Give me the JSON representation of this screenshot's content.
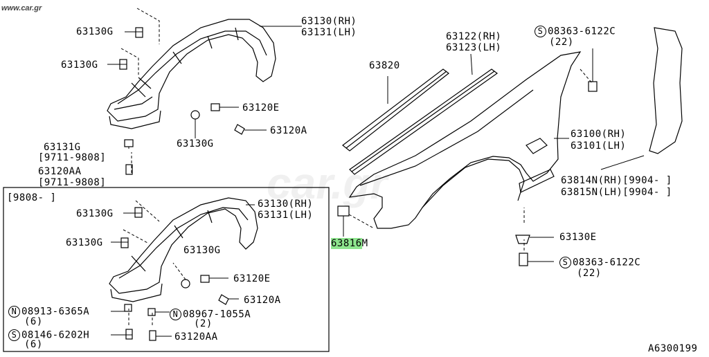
{
  "watermark": "www.car.gr",
  "watermark_center": "car.gr",
  "inset_date": "[9808-      ]",
  "diagram_code": "A6300199",
  "labels": {
    "p63130rh": "63130(RH)",
    "p63131lh": "63131(LH)",
    "p63130g_a": "63130G",
    "p63130g_b": "63130G",
    "p63130g_c": "63130G",
    "p63120e": "63120E",
    "p63120a": "63120A",
    "p63131g": "63131G",
    "d9711_1": "[9711-9808]",
    "p63120aa": "63120AA",
    "d9711_2": "[9711-9808]",
    "p63820": "63820",
    "p63122rh": "63122(RH)",
    "p63123lh": "63123(LH)",
    "s08363_top": "08363-6122C",
    "q22_top": "(22)",
    "p63100rh": "63100(RH)",
    "p63101lh": "63101(LH)",
    "p63814n": "63814N(RH)[9904-   ]",
    "p63815n": "63815N(LH)[9904-   ]",
    "p63816m": "63816",
    "p63816m_suffix": "M",
    "p63130e": "63130E",
    "s08363_bot": "08363-6122C",
    "q22_bot": "(22)",
    "i63130rh": "63130(RH)",
    "i63131lh": "63131(LH)",
    "i63130g_a": "63130G",
    "i63130g_b": "63130G",
    "i63130g_c": "63130G",
    "i63120e": "63120E",
    "i63120a": "63120A",
    "n08913": "08913-6365A",
    "q6_a": "(6)",
    "n08967": "08967-1055A",
    "q2": "(2)",
    "s08146": "08146-6202H",
    "q6_b": "(6)",
    "i63120aa": "63120AA"
  },
  "symbols": {
    "n": "N",
    "s": "S"
  }
}
